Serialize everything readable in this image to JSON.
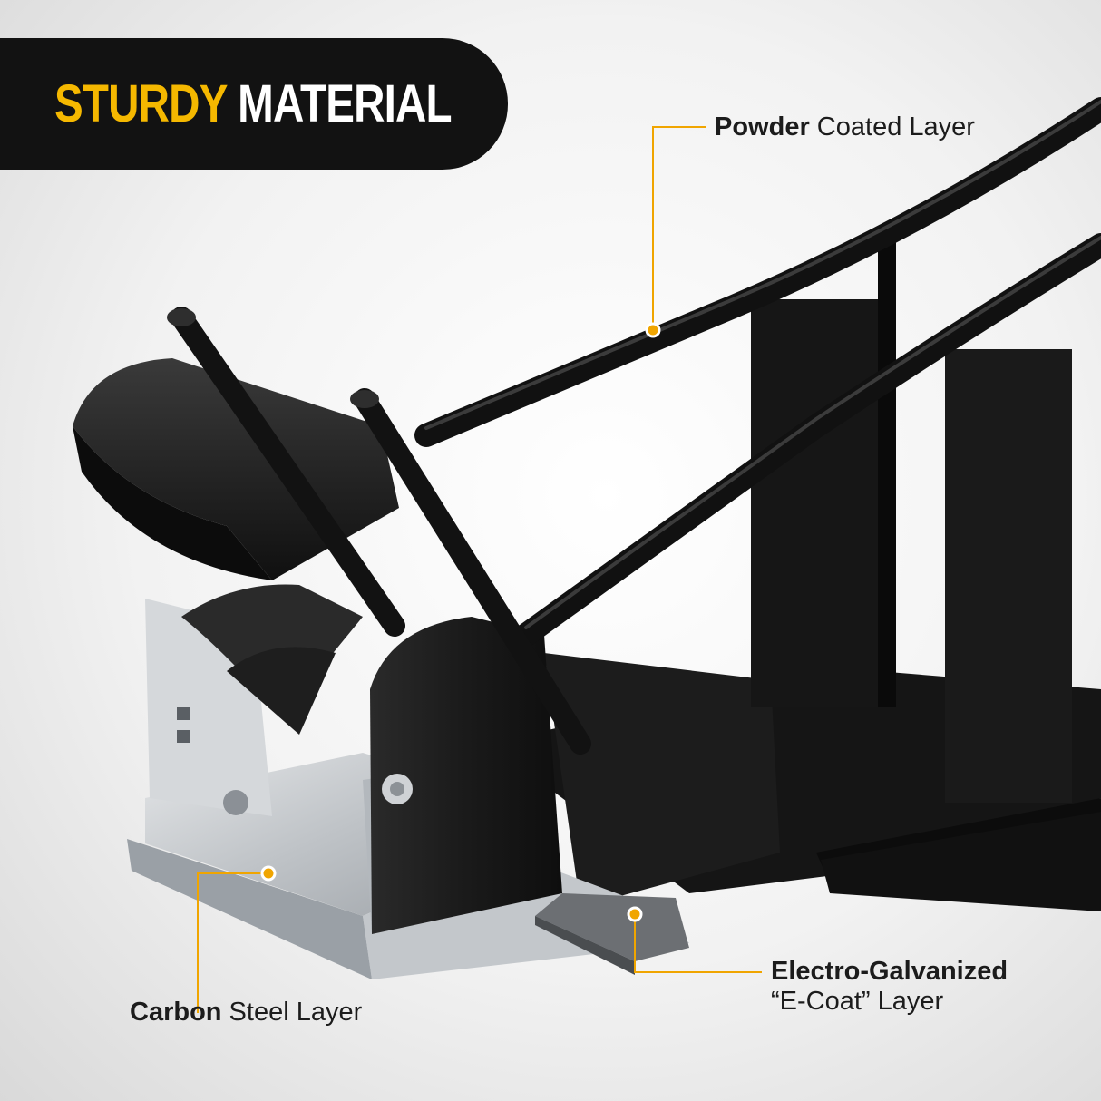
{
  "banner": {
    "word_accent": "STURDY",
    "word_main": "MATERIAL",
    "accent_color": "#f5b800",
    "background_color": "#121212"
  },
  "callouts": {
    "powder": {
      "strong": "Powder",
      "rest": " Coated Layer"
    },
    "carbon": {
      "strong": "Carbon",
      "rest": " Steel Layer"
    },
    "galvanized": {
      "strong": "Electro-Galvanized",
      "line2": "“E-Coat” Layer"
    },
    "line_color": "#f0a500"
  },
  "illustration": {
    "subject": "motorcycle wheel chock stand",
    "frame_color": "#141414",
    "steel_color": "#c9ccd0"
  }
}
